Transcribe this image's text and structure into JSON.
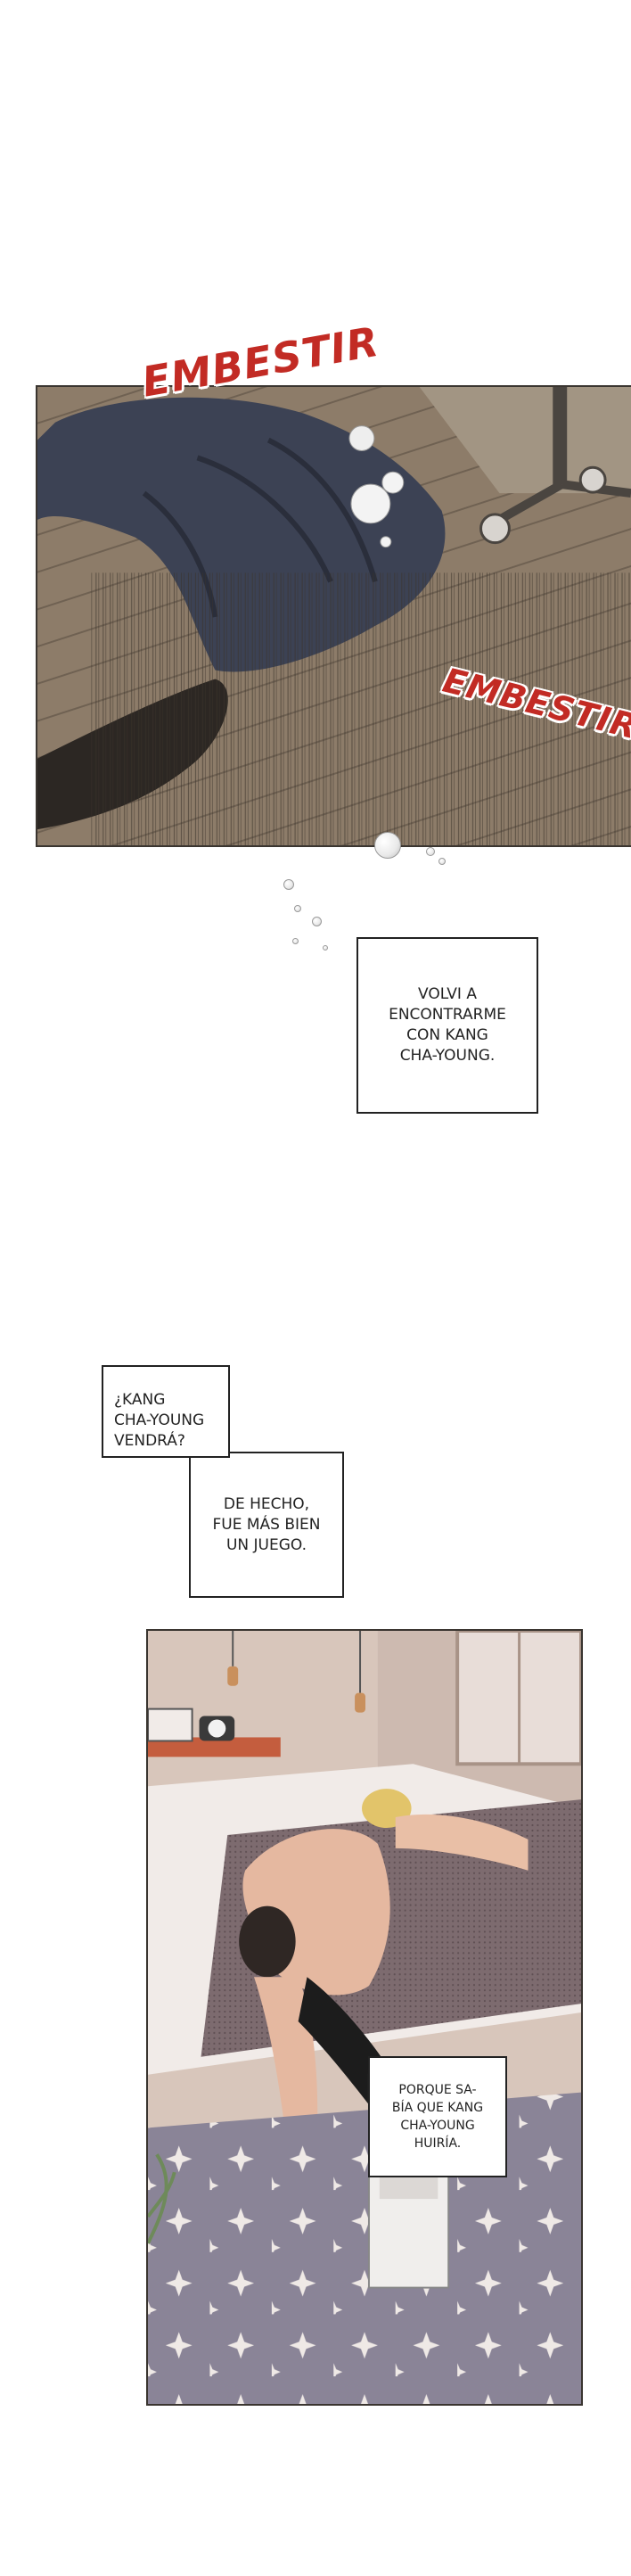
{
  "sfx": {
    "first": "EMBESTIR",
    "second": "EMBESTIR"
  },
  "captions": {
    "reencounter": "VOLVI A\nENCONTRARME\nCON KANG\nCHA-YOUNG.",
    "question": "¿KANG\nCHA-YOUNG\nVENDRÁ?",
    "game": "DE HECHO,\nFUE MÁS BIEN\nUN JUEGO.",
    "flee": "PORQUE SA-\nBÍA QUE KANG\nCHA-YOUNG\nHUIRÍA."
  },
  "colors": {
    "sfx_red": "#c22b24",
    "panel_border": "#3a3530",
    "floor_tone": "#8a7b6a",
    "room_tone": "#d9c9bd"
  }
}
